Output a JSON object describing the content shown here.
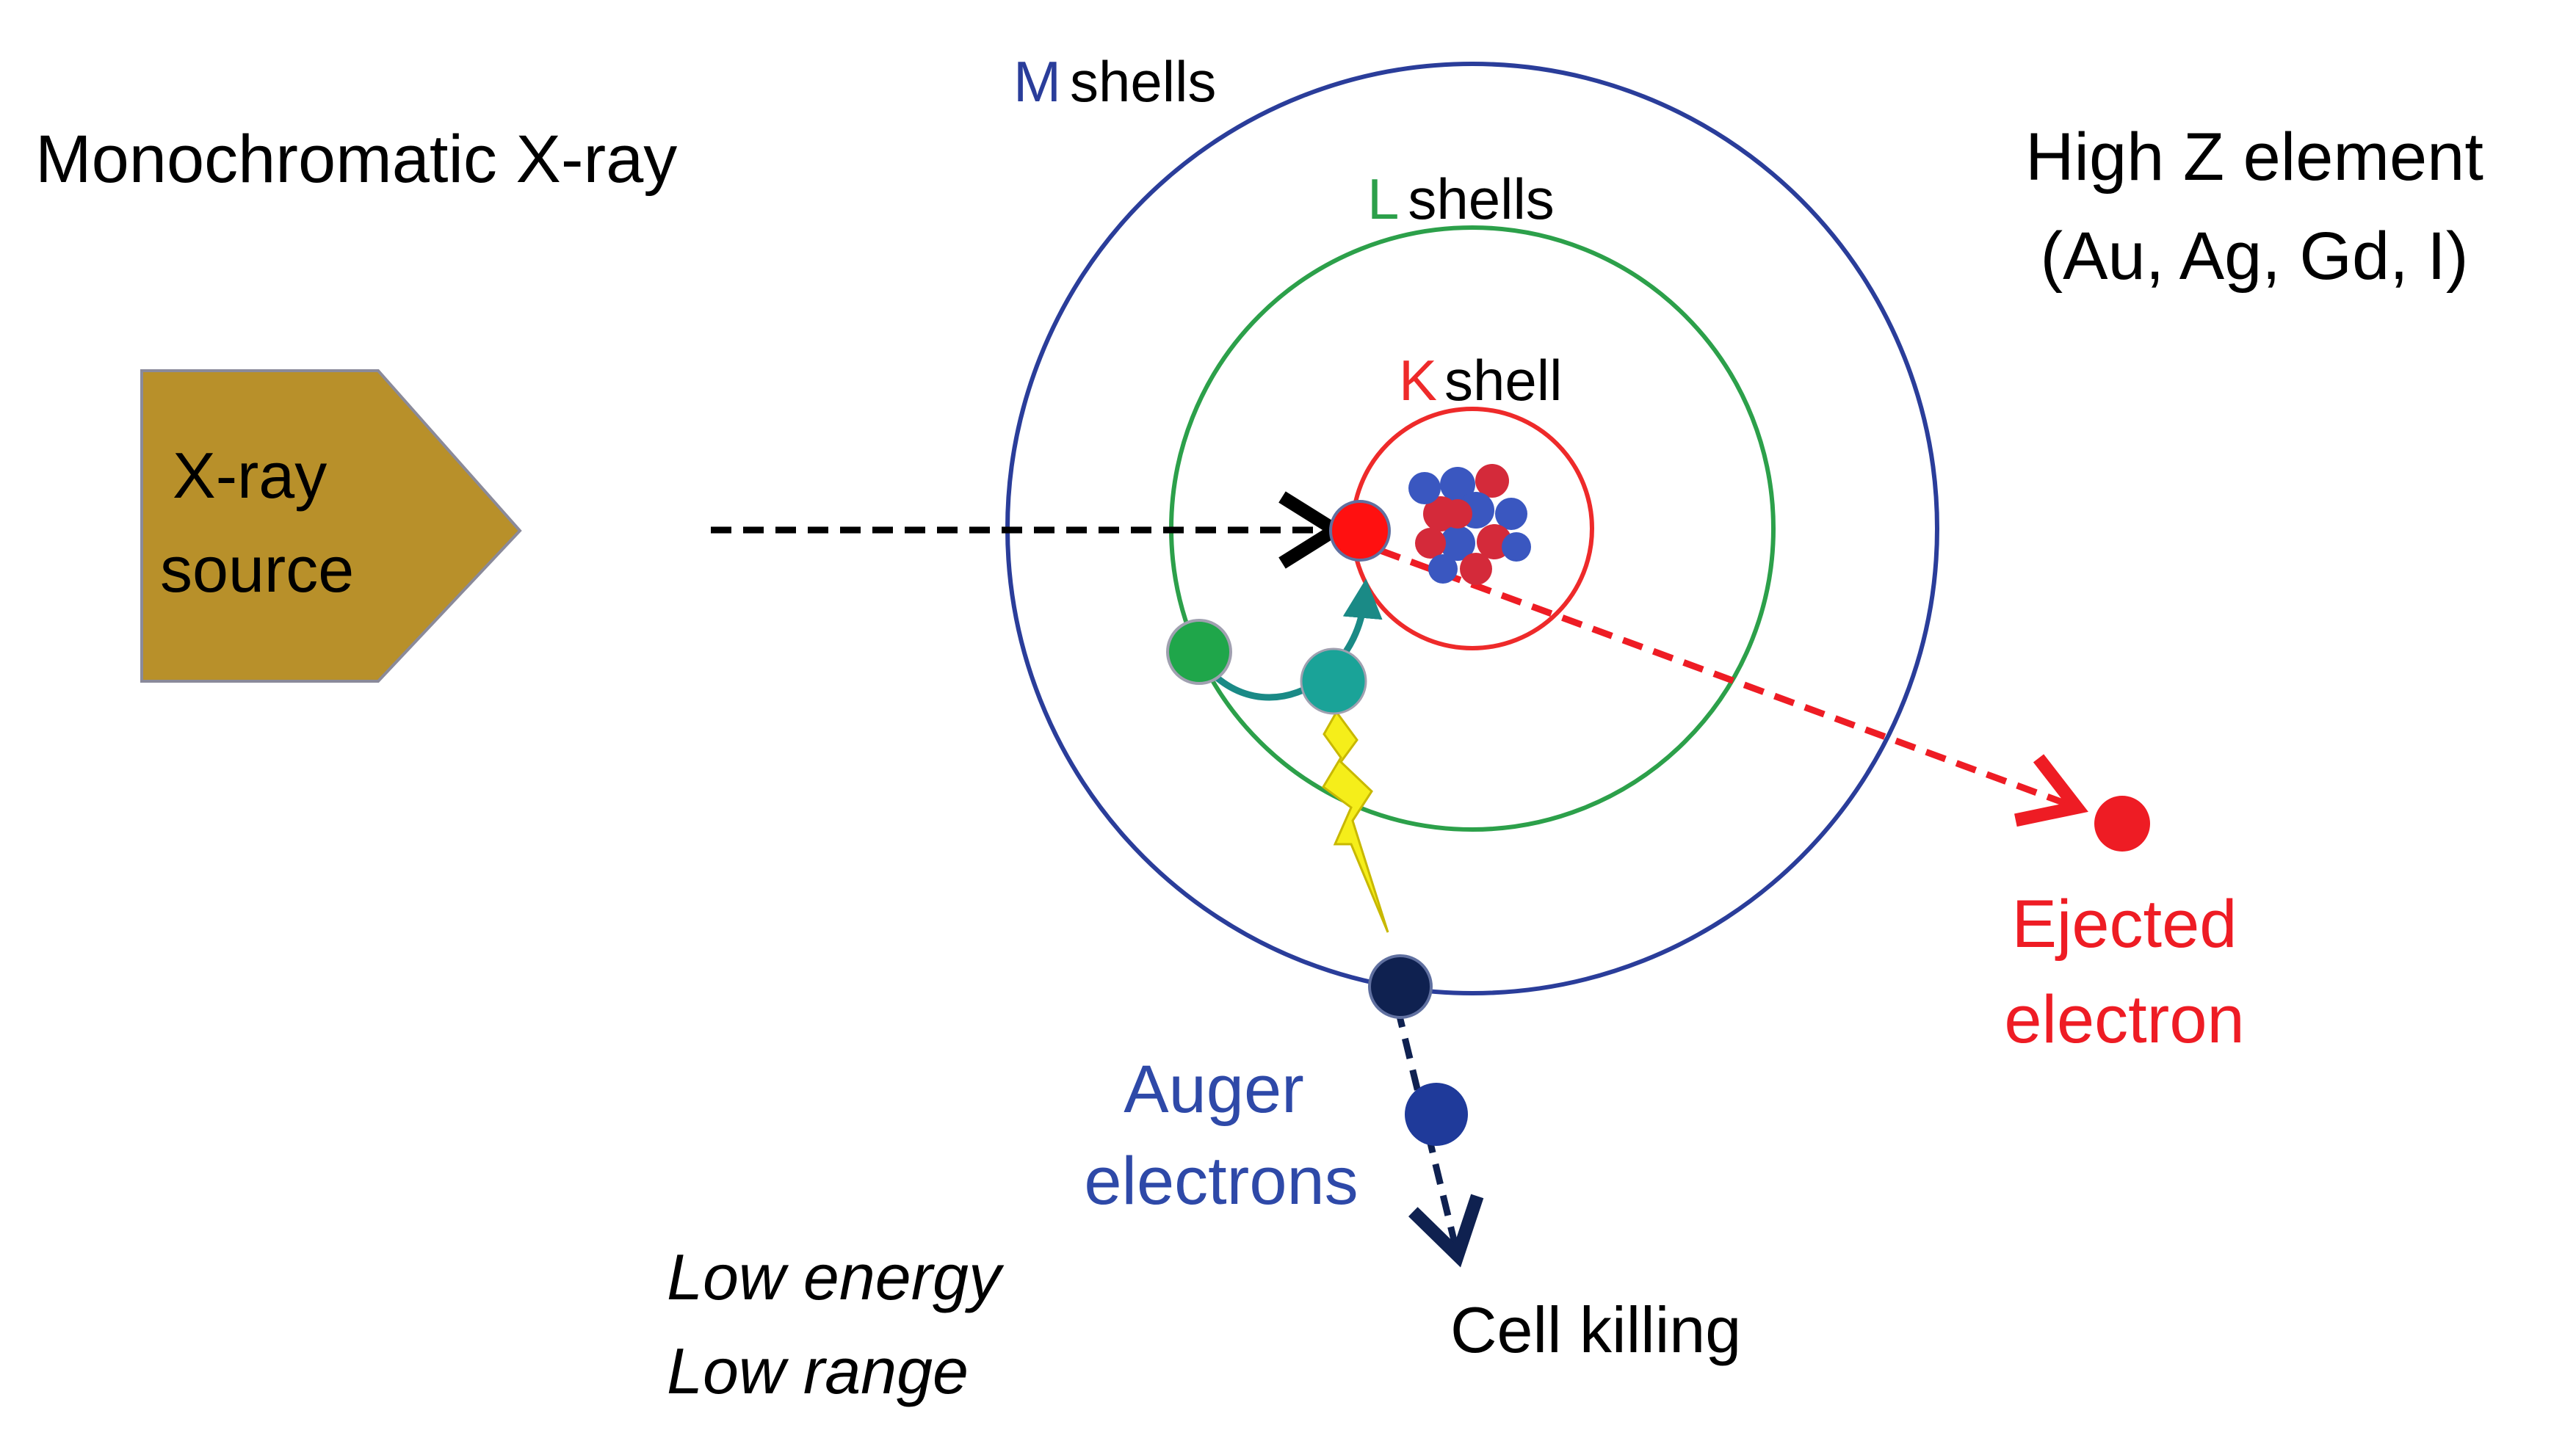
{
  "labels": {
    "title_left": "Monochromatic X-ray",
    "source_line1": "X-ray",
    "source_line2": "source",
    "m_letter": "M",
    "m_word": "shells",
    "l_letter": "L",
    "l_word": "shells",
    "k_letter": "K",
    "k_word": "shell",
    "title_right_line1": "High Z element",
    "title_right_line2": "(Au, Ag, Gd, I)",
    "ejected_line1": "Ejected",
    "ejected_line2": "electron",
    "auger_line1": "Auger",
    "auger_line2": "electrons",
    "low_energy": "Low energy",
    "low_range": "Low range",
    "cell_killing": "Cell killing"
  },
  "colors": {
    "m_shell": "#2a3d9a",
    "l_shell": "#2ca04a",
    "k_shell": "#ee2a2a",
    "source_fill": "#b8902a",
    "ejected": "#ee1c24",
    "auger_text": "#2e49a8",
    "proton": "#d42a3a",
    "neutron": "#3a57c0",
    "lightning": "#f5ee1a",
    "l_electron": "#1fa64a",
    "teal_electron": "#1aa398",
    "m_electron": "#0f2150",
    "auger_electron": "#1f3a9a",
    "arrow_dark": "#0f2150"
  },
  "icons": {
    "nucleus": "atom-nucleus-icon",
    "lightning": "lightning-bolt-icon"
  }
}
